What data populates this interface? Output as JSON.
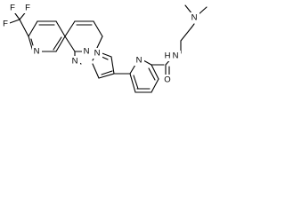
{
  "structure": {
    "labels": {
      "f1": "F",
      "f2": "F",
      "f3": "F",
      "n_naph_top": "N",
      "n_naph_bottom": "N",
      "n_pyrazole_1": "N",
      "n_pyrazole_2": "N",
      "n_pyridine": "N",
      "n_amide": "N",
      "h_amide": "H",
      "o_carbonyl": "O",
      "n_dimethylamino": "N"
    },
    "colors": {
      "bond": "#000000",
      "label": "#000000",
      "background": "#ffffff"
    }
  }
}
